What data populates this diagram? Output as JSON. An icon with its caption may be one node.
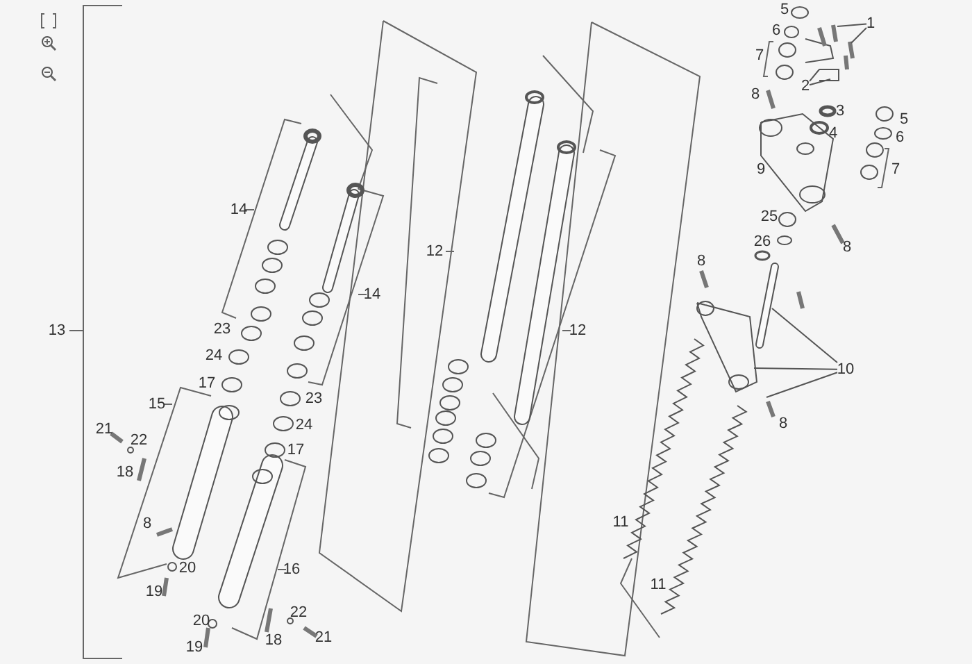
{
  "diagram": {
    "nodes": [
      {
        "text": [
          "1"
        ]
      },
      {
        "text": [
          "2"
        ]
      },
      {
        "text": [
          "10"
        ]
      }
    ],
    "edges": [
      {
        "from": 0,
        "to": null,
        "arrow": "none"
      },
      {
        "from": 0,
        "to": null,
        "arrow": "none"
      },
      {
        "from": 1,
        "to": null,
        "arrow": "none"
      },
      {
        "from": 1,
        "to": null,
        "arrow": "none"
      },
      {
        "from": 2,
        "to": null,
        "arrow": "none"
      },
      {
        "from": 2,
        "to": null,
        "arrow": "none"
      },
      {
        "from": 2,
        "to": null,
        "arrow": "none"
      }
    ],
    "labels": [
      "5",
      "6",
      "7",
      "8",
      "3",
      "5",
      "4",
      "6",
      "9",
      "7",
      "14",
      "25",
      "26",
      "8",
      "12",
      "8",
      "14",
      "23",
      "12",
      "13",
      "24",
      "17",
      "23",
      "15",
      "8",
      "24",
      "21",
      "22",
      "17",
      "18",
      "11",
      "8",
      "20",
      "16",
      "11",
      "19",
      "22",
      "20",
      "21",
      "18",
      "19"
    ]
  }
}
